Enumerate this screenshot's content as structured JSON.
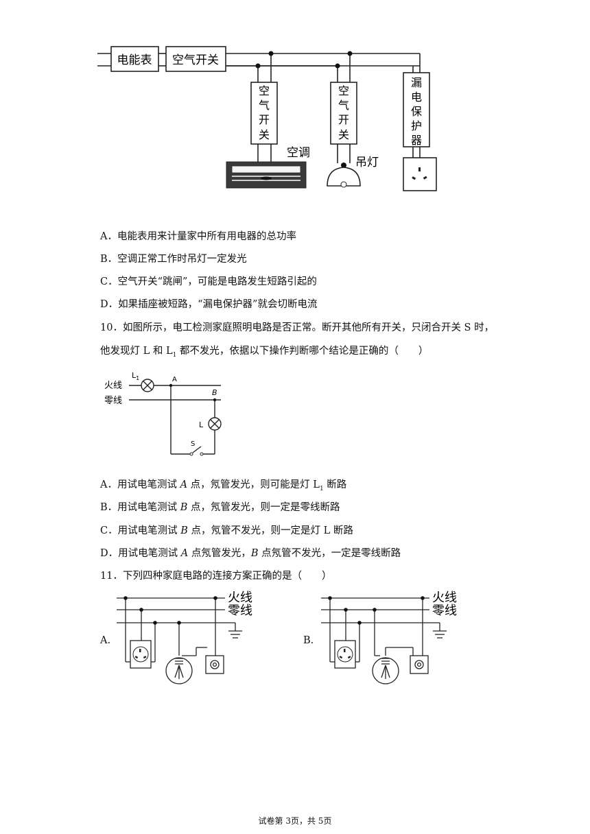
{
  "fig1": {
    "meter": "电能表",
    "main_switch": "空气开关",
    "branch_switch_chars": [
      "空",
      "气",
      "开",
      "关"
    ],
    "protector_chars": [
      "漏",
      "电",
      "保",
      "护",
      "器"
    ],
    "ac_label": "空调",
    "lamp_label": "吊灯"
  },
  "q9_options": [
    "A．电能表用来计量家中所有用电器的总功率",
    "B．空调正常工作时吊灯一定发光",
    "C．空气开关“跳闸”，可能是电路发生短路引起的",
    "D．如果插座被短路，“漏电保护器”就会切断电流"
  ],
  "q10": {
    "line1": "10．如图所示，电工检测家庭照明电路是否正常。断开其他所有开关，只闭合开关 S 时，",
    "line2_pre": "他发现灯 L 和 L",
    "line2_sub": "1",
    "line2_post": " 都不发光，依据以下操作判断哪个结论是正确的（　　）",
    "fig": {
      "live": "火线",
      "neutral": "零线",
      "l1": "L",
      "l1_sub": "1",
      "a": "A",
      "b": "B",
      "l": "L",
      "s": "S"
    },
    "options": [
      {
        "pre": "A．用试电笔测试 ",
        "var": "A",
        "post": " 点，氖管发光，则可能是灯 L",
        "sub": "1",
        "tail": " 断路"
      },
      {
        "pre": "B．用试电笔测试 ",
        "var": "B",
        "post": " 点，氖管发光，则一定是零线断路",
        "sub": "",
        "tail": ""
      },
      {
        "pre": "C．用试电笔测试 ",
        "var": "B",
        "post": " 点，氖管不发光，则一定是灯 L 断路",
        "sub": "",
        "tail": ""
      },
      {
        "pre": "D．用试电笔测试 ",
        "var": "A",
        "post": " 点氖管发光，",
        "sub": "",
        "tail": ""
      }
    ],
    "optD_var2": "B",
    "optD_tail": " 点氖管不发光，一定是零线断路"
  },
  "q11": {
    "stem": "11．下列四种家庭电路的连接方案正确的是（　　）",
    "live": "火线",
    "neutral": "零线",
    "labelA": "A.",
    "labelB": "B."
  },
  "footer": "试卷第 3页，共 5页"
}
